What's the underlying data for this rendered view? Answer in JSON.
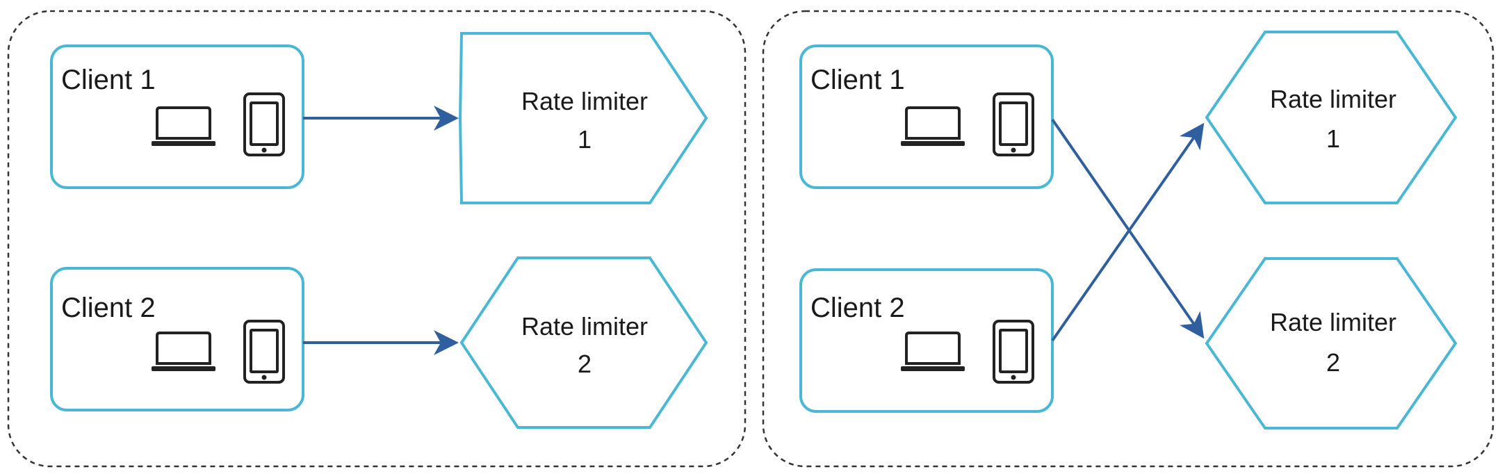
{
  "colors": {
    "node_border": "#4ab8d4",
    "arrow": "#2f5f9e",
    "group_border": "#333333",
    "icon": "#222222",
    "text": "#1a1a1a"
  },
  "left_group": {
    "clients": [
      {
        "label": "Client 1",
        "icons": [
          "laptop-icon",
          "tablet-icon"
        ]
      },
      {
        "label": "Client 2",
        "icons": [
          "laptop-icon",
          "tablet-icon"
        ]
      }
    ],
    "limiters": [
      {
        "line1": "Rate limiter",
        "line2": "1"
      },
      {
        "line1": "Rate limiter",
        "line2": "2"
      }
    ],
    "connections": [
      {
        "from": "Client 1",
        "to": "Rate limiter 1"
      },
      {
        "from": "Client 2",
        "to": "Rate limiter 2"
      }
    ]
  },
  "right_group": {
    "clients": [
      {
        "label": "Client 1",
        "icons": [
          "laptop-icon",
          "tablet-icon"
        ]
      },
      {
        "label": "Client 2",
        "icons": [
          "laptop-icon",
          "tablet-icon"
        ]
      }
    ],
    "limiters": [
      {
        "line1": "Rate limiter",
        "line2": "1"
      },
      {
        "line1": "Rate limiter",
        "line2": "2"
      }
    ],
    "connections": [
      {
        "from": "Client 1",
        "to": "Rate limiter 2"
      },
      {
        "from": "Client 2",
        "to": "Rate limiter 1"
      }
    ]
  }
}
